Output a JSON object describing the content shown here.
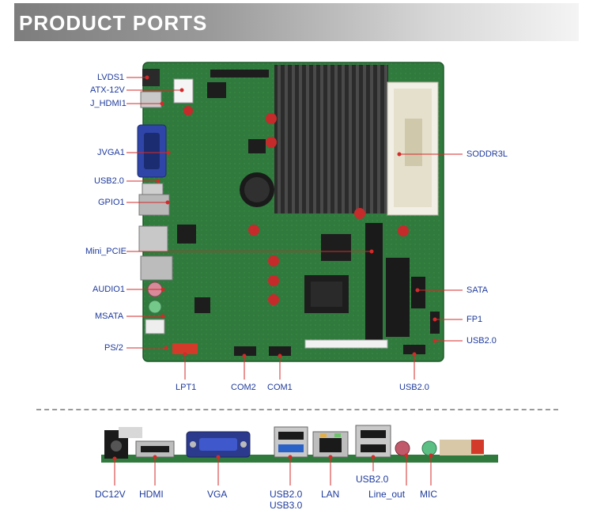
{
  "header": {
    "title": "PRODUCT PORTS"
  },
  "board": {
    "left_labels": [
      "LVDS1",
      "ATX-12V",
      "J_HDMI1",
      "JVGA1",
      "USB2.0",
      "GPIO1",
      "Mini_PCIE",
      "AUDIO1",
      "MSATA",
      "PS/2"
    ],
    "right_labels": [
      "SODDR3L",
      "SATA",
      "FP1",
      "USB2.0"
    ],
    "bottom_labels": [
      "LPT1",
      "COM2",
      "COM1",
      "USB2.0"
    ]
  },
  "io_panel": {
    "labels": [
      "DC12V",
      "HDMI",
      "VGA",
      "USB2.0",
      "USB3.0",
      "LAN",
      "USB2.0",
      "Line_out",
      "MIC"
    ]
  },
  "colors": {
    "board_green": "#2f7a3c",
    "label_blue": "#1e3a9c",
    "leader_red": "#d42a2a"
  }
}
